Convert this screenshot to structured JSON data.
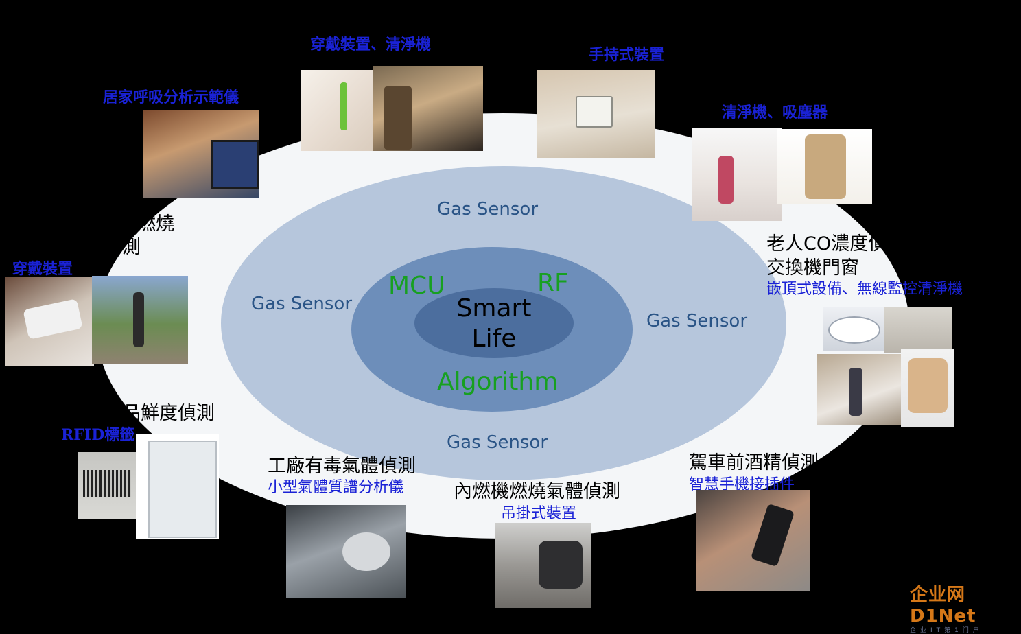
{
  "core": {
    "smart_line1": "Smart",
    "smart_line2": "Life"
  },
  "middle": {
    "mcu": "MCU",
    "rf": "RF",
    "algorithm": "Algorithm"
  },
  "gas_sensor": [
    "Gas Sensor",
    "Gas Sensor",
    "Gas Sensor",
    "Gas Sensor"
  ],
  "applications": {
    "wearable_purifier": "穿戴裝置、清淨機",
    "handheld": "手持式裝置",
    "purifier_vacuum": "清淨機、吸塵器",
    "breath_demo": "居家呼吸分析示範儀",
    "combustion_partial_1": "燃燒",
    "combustion_partial_2": "測",
    "wearable": "穿戴裝置",
    "elder_co_1": "老人CO濃度偵",
    "elder_co_2": "交換機門窗",
    "ceiling_devices": "嵌頂式設備、無線監控清淨機",
    "freshness": "品鮮度偵測",
    "rfid": "RFID標籤",
    "factory_gas": "工廠有毒氣體偵測",
    "mini_mass_spec": "小型氣體質譜分析儀",
    "engine_gas": "內燃機燃燒氣體偵測",
    "hanging_device": "吊掛式裝置",
    "drunk_driving": "駕車前酒精偵測",
    "smartphone_plugin": "智慧手機接插件"
  },
  "logo": {
    "main": "企业网D1Net",
    "sub": "企业IT第1门户"
  },
  "colors": {
    "background": "#000000",
    "outer_ellipse": "#f4f6f8",
    "ring2": "#b6c6dc",
    "ring3": "#6d8eba",
    "core": "#4c6e9e",
    "gas_text": "#2a5486",
    "green_text": "#17a020",
    "blue_label": "#1a22d6"
  }
}
